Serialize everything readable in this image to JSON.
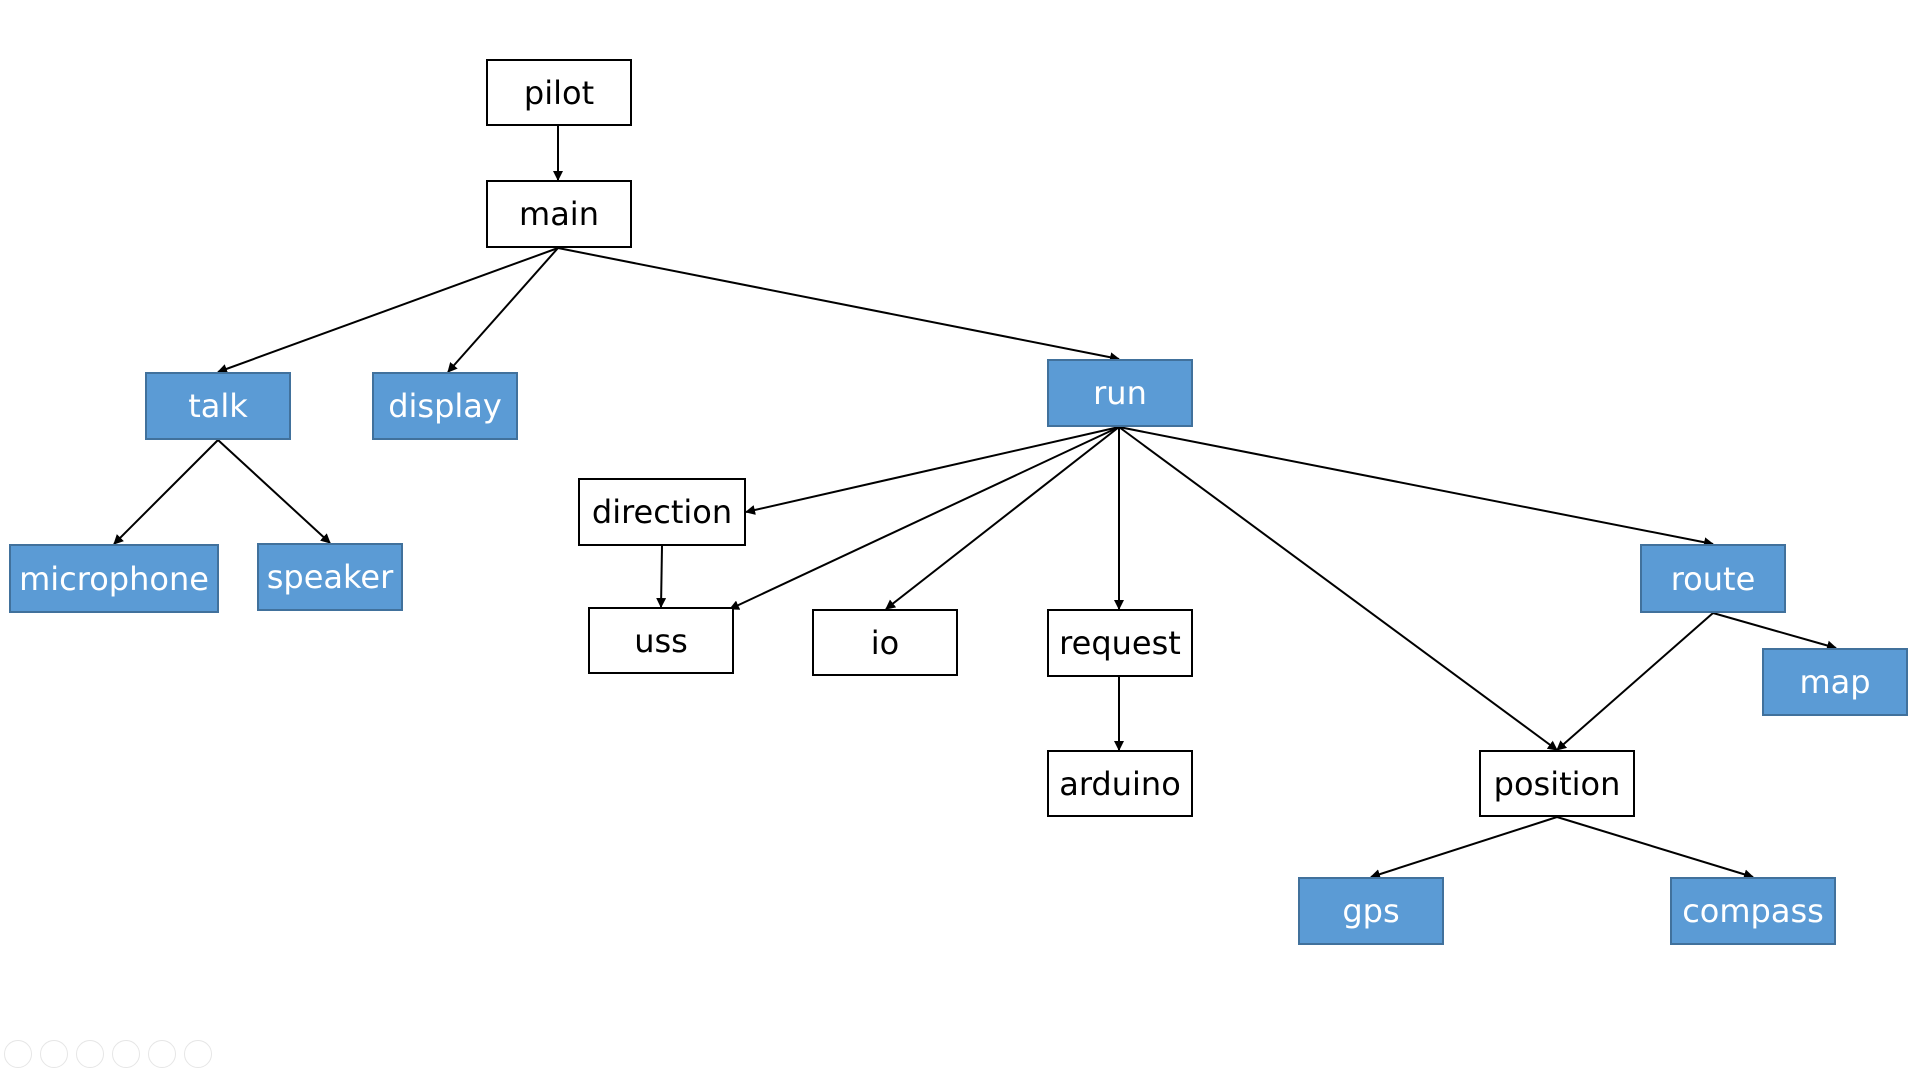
{
  "diagram": {
    "nodes": [
      {
        "id": "pilot",
        "label": "pilot",
        "style": "plain"
      },
      {
        "id": "main",
        "label": "main",
        "style": "plain"
      },
      {
        "id": "talk",
        "label": "talk",
        "style": "blue"
      },
      {
        "id": "display",
        "label": "display",
        "style": "blue"
      },
      {
        "id": "run",
        "label": "run",
        "style": "blue"
      },
      {
        "id": "microphone",
        "label": "microphone",
        "style": "blue"
      },
      {
        "id": "speaker",
        "label": "speaker",
        "style": "blue"
      },
      {
        "id": "direction",
        "label": "direction",
        "style": "plain"
      },
      {
        "id": "uss",
        "label": "uss",
        "style": "plain"
      },
      {
        "id": "io",
        "label": "io",
        "style": "plain"
      },
      {
        "id": "request",
        "label": "request",
        "style": "plain"
      },
      {
        "id": "arduino",
        "label": "arduino",
        "style": "plain"
      },
      {
        "id": "route",
        "label": "route",
        "style": "blue"
      },
      {
        "id": "map",
        "label": "map",
        "style": "blue"
      },
      {
        "id": "position",
        "label": "position",
        "style": "plain"
      },
      {
        "id": "gps",
        "label": "gps",
        "style": "blue"
      },
      {
        "id": "compass",
        "label": "compass",
        "style": "blue"
      }
    ],
    "edges": [
      [
        "pilot",
        "main"
      ],
      [
        "main",
        "talk"
      ],
      [
        "main",
        "display"
      ],
      [
        "main",
        "run"
      ],
      [
        "talk",
        "microphone"
      ],
      [
        "talk",
        "speaker"
      ],
      [
        "run",
        "direction"
      ],
      [
        "run",
        "uss"
      ],
      [
        "run",
        "io"
      ],
      [
        "run",
        "request"
      ],
      [
        "run",
        "position"
      ],
      [
        "run",
        "route"
      ],
      [
        "direction",
        "uss"
      ],
      [
        "request",
        "arduino"
      ],
      [
        "route",
        "map"
      ],
      [
        "route",
        "position"
      ],
      [
        "position",
        "gps"
      ],
      [
        "position",
        "compass"
      ]
    ],
    "colors": {
      "blue_fill": "#5b9bd5",
      "blue_border": "#41719c",
      "plain_fill": "#ffffff",
      "line": "#000000"
    }
  }
}
